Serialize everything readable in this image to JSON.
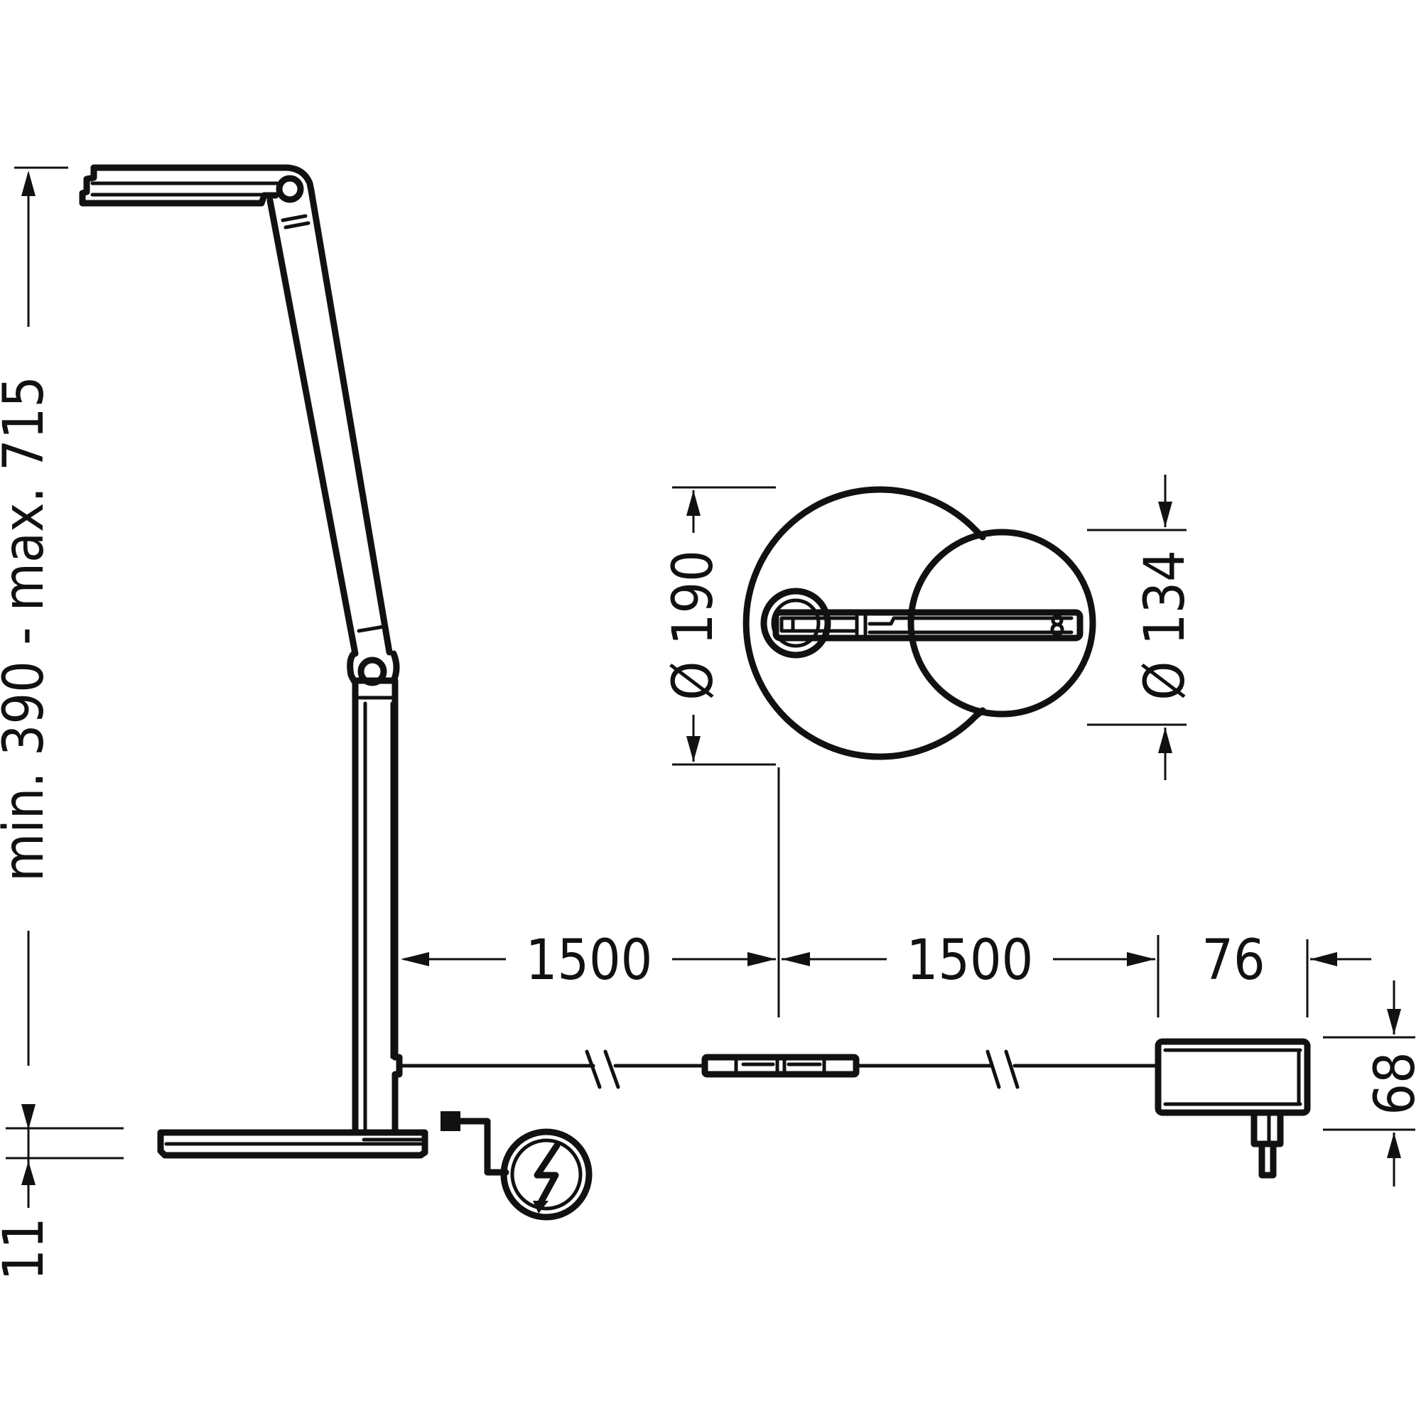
{
  "dimensions": {
    "height_range": "min. 390 - max. 715",
    "base_thickness": "11",
    "cable_1": "1500",
    "cable_2": "1500",
    "adapter_width": "76",
    "adapter_height": "68",
    "base_diameter": "Ø 190",
    "head_diameter": "Ø 134"
  },
  "icons": [
    "lamp-side-view",
    "lamp-top-view",
    "power-adapter",
    "usb-plug",
    "lightning-charge-icon"
  ]
}
